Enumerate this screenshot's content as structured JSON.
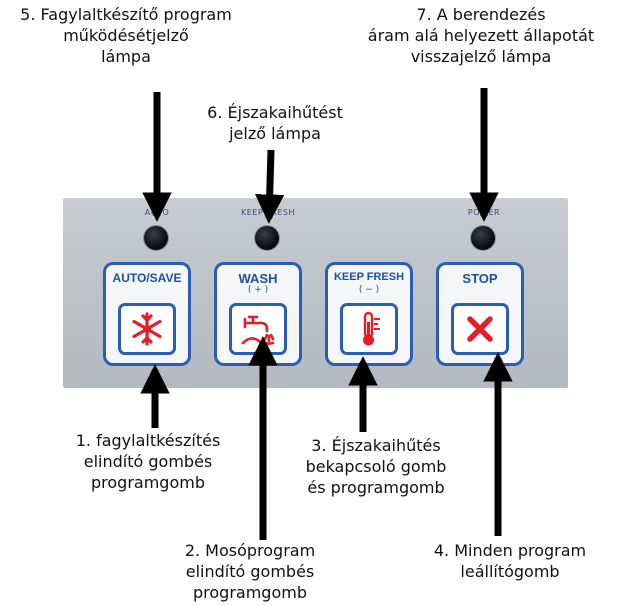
{
  "labels": {
    "lamp_program": "5. Fagylaltkészítő program\nműködésétjelző\nlámpa",
    "lamp_keepfresh": "6. Éjszakaihűtést\njelző lámpa",
    "lamp_power": "7. A berendezés\náram alá helyezett állapotát\nvisszajelző lámpa",
    "btn_auto": "1. fagylaltkészítés\nelindító gombés\nprogramgomb",
    "btn_wash": "2. Mosóprogram\nelindító gombés\nprogramgomb",
    "btn_keepfresh": "3. Éjszakaihűtés\nbekapcsoló gomb\nés programgomb",
    "btn_stop": "4. Minden program\nleállítógomb"
  },
  "panel": {
    "lamp_captions": [
      "AUTO",
      "KEEP FRESH",
      "POWER"
    ],
    "buttons": [
      {
        "title": "AUTO/SAVE",
        "sub": "",
        "icon": "snowflake-icon"
      },
      {
        "title": "WASH",
        "sub": "( + )",
        "icon": "faucet-icon"
      },
      {
        "title": "KEEP FRESH",
        "sub": "( − )",
        "icon": "thermometer-icon"
      },
      {
        "title": "STOP",
        "sub": "",
        "icon": "cross-icon"
      }
    ]
  },
  "colors": {
    "button_border": "#2b5db5",
    "icon_red": "#e41e26",
    "panel": "#c4c7ce",
    "arrow": "#000000"
  }
}
